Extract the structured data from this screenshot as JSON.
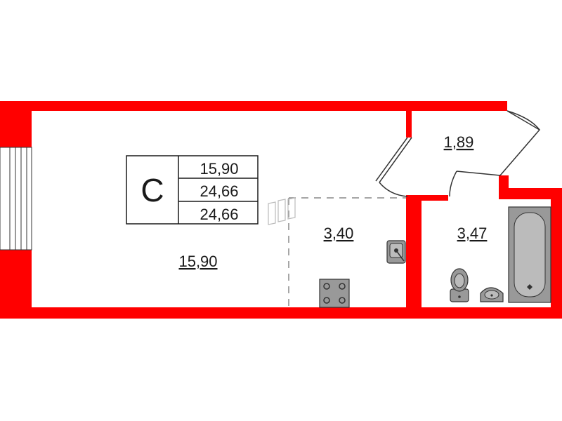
{
  "plan": {
    "wall_color": "#ff0000",
    "fixture_color": "#999999",
    "legend": {
      "letter": "С",
      "rows": [
        "15,90",
        "24,66",
        "24,66"
      ]
    },
    "rooms": {
      "living": "15,90",
      "kitchen": "3,40",
      "hallway": "1,89",
      "bathroom": "3,47"
    },
    "icons": [
      "window-icon",
      "door-icon",
      "sink-icon",
      "stove-icon",
      "toilet-icon",
      "washbasin-icon",
      "bathtub-icon",
      "ventilation-icon"
    ]
  }
}
